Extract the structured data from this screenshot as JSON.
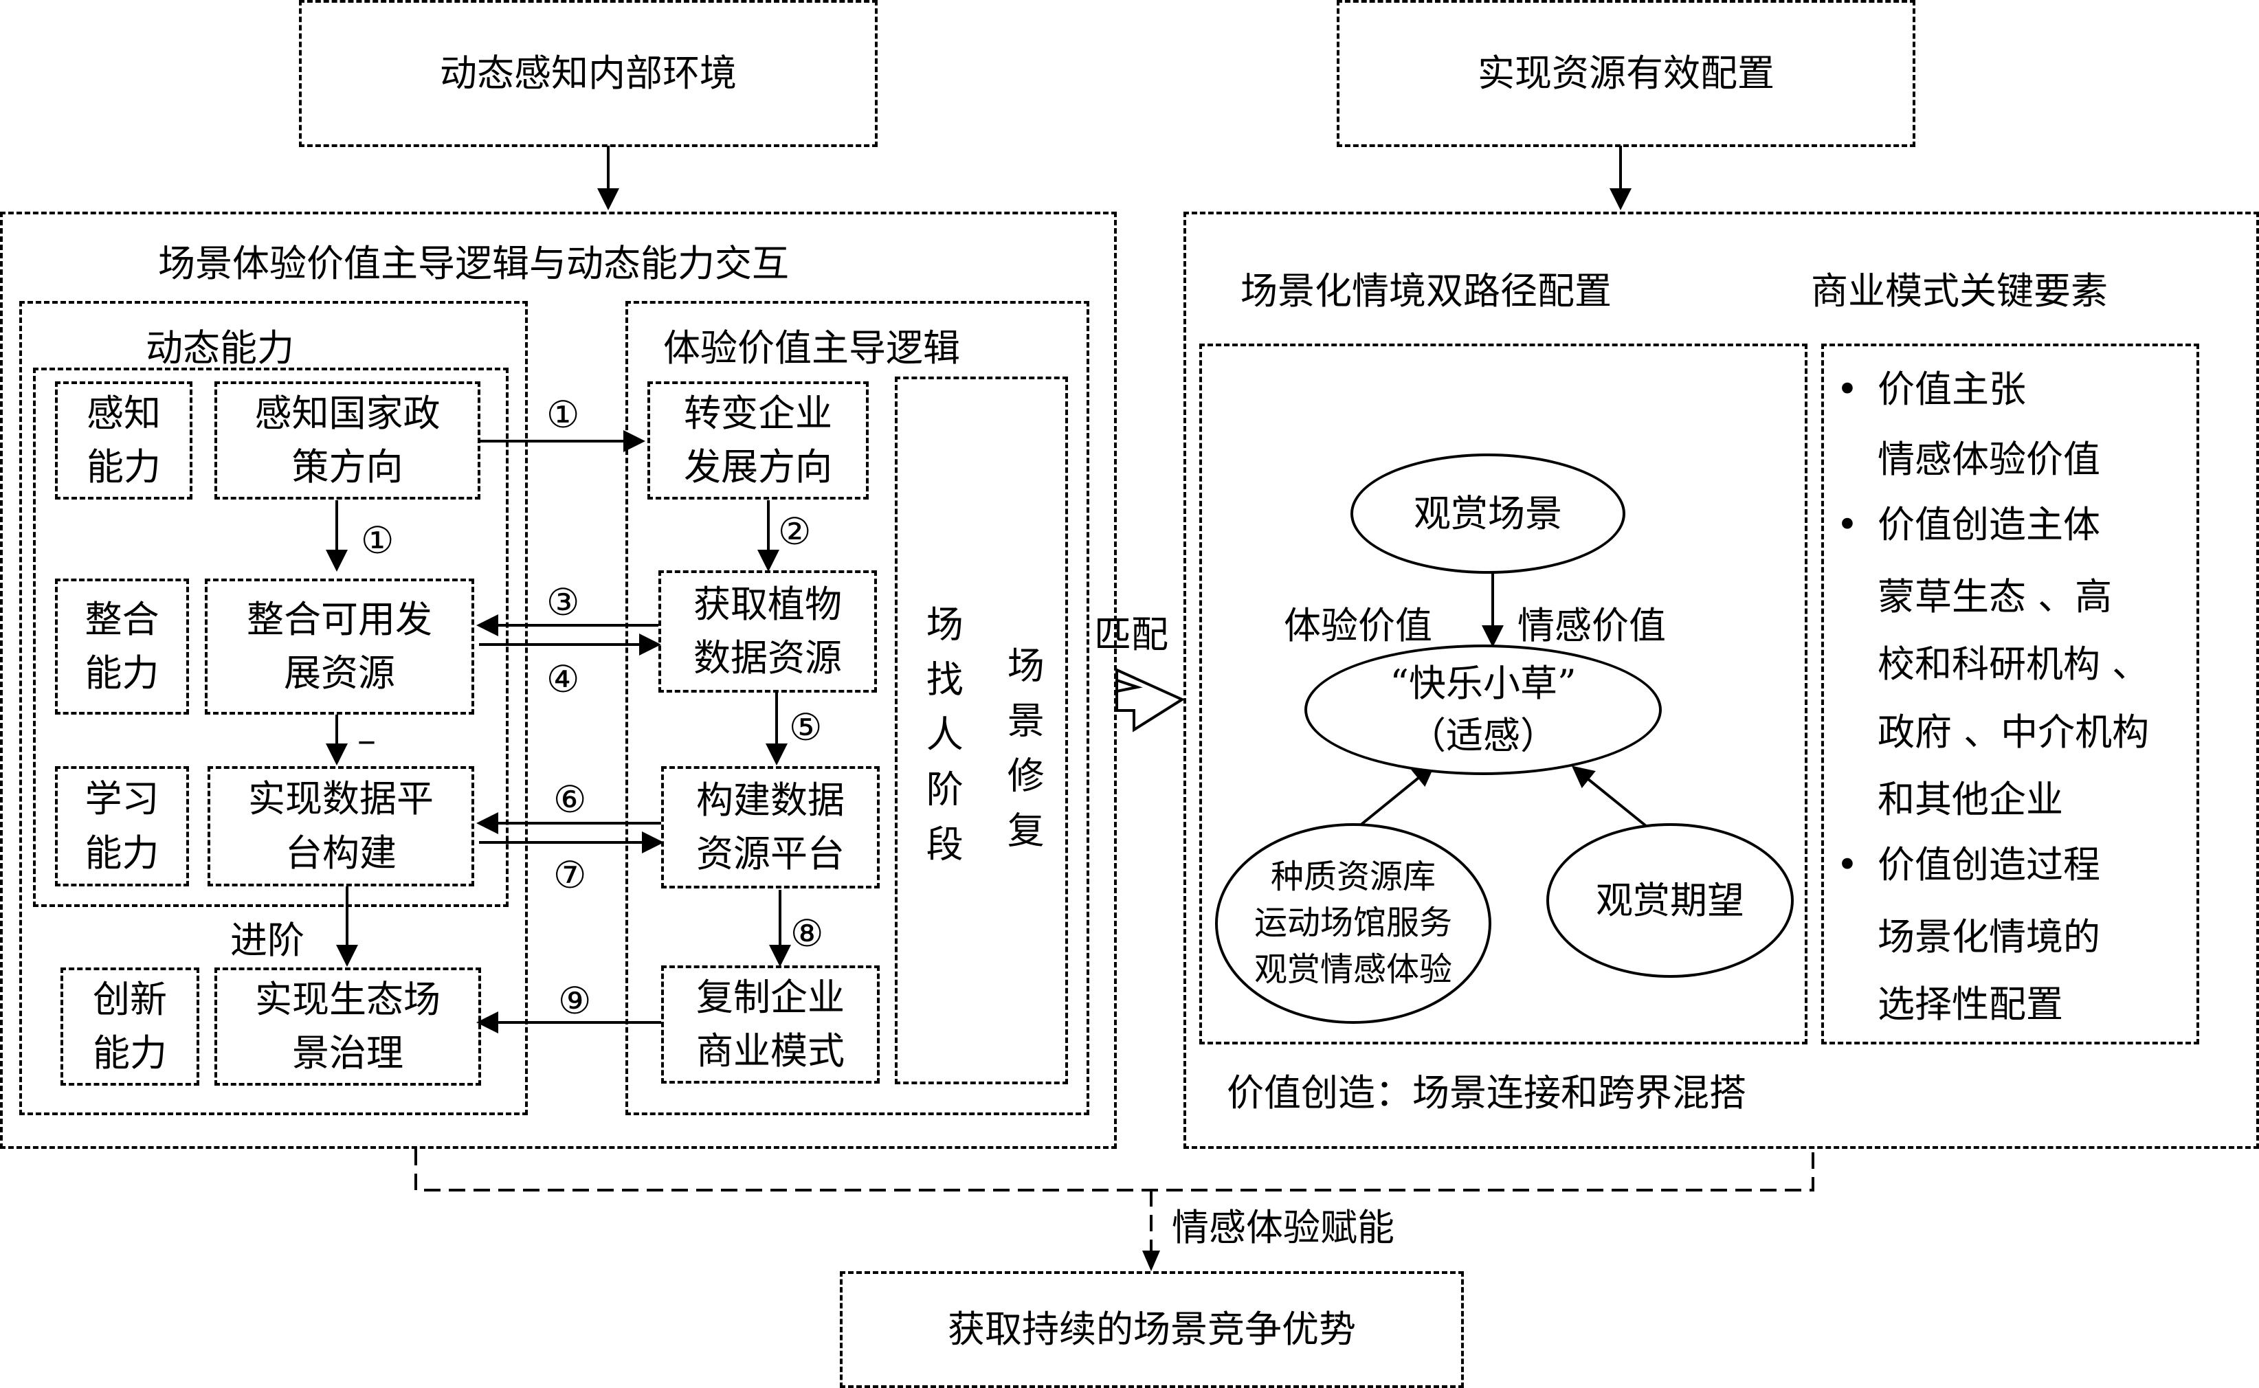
{
  "top_left_box": "动态感知内部环境",
  "top_right_box": "实现资源有效配置",
  "left_panel": {
    "title": "场景体验价值主导逻辑与动态能力交互",
    "dynamic_capability": {
      "title": "动态能力",
      "capabilities": [
        "感知\n能力",
        "整合\n能力",
        "学习\n能力",
        "创新\n能力"
      ],
      "actions": [
        "感知国家政\n策方向",
        "整合可用发\n展资源",
        "实现数据平\n台构建",
        "实现生态场\n景治理"
      ],
      "advance_label": "进阶",
      "dash_label": "–"
    },
    "experience_logic": {
      "title": "体验价值主导逻辑",
      "steps": [
        "转变企业\n发展方向",
        "获取植物\n数据资源",
        "构建数据\n资源平台",
        "复制企业\n商业模式"
      ],
      "stage_left": "场找人阶段",
      "stage_right": "场景修复"
    },
    "arrow_labels": [
      "①",
      "①",
      "②",
      "③",
      "④",
      "⑤",
      "⑥",
      "⑦",
      "⑧",
      "⑨"
    ]
  },
  "match_label": "匹配",
  "right_panel": {
    "left_heading": "场景化情境双路径配置",
    "right_heading": "商业模式关键要素",
    "ellipses": {
      "top": "观赏场景",
      "center": "“快乐小草”\n（适感）",
      "bottom_left": "种质资源库\n运动场馆服务\n观赏情感体验",
      "bottom_right": "观赏期望"
    },
    "value_labels": [
      "体验价值",
      "情感价值"
    ],
    "bullets": [
      {
        "head": "价值主张",
        "body": "情感体验价值"
      },
      {
        "head": "价值创造主体",
        "body": "蒙草生态 、高\n校和科研机构 、\n政府 、中介机构\n和其他企业"
      },
      {
        "head": "价值创造过程",
        "body": "场景化情境的\n选择性配置"
      }
    ],
    "footer": "价值创造：场景连接和跨界混搭"
  },
  "bottom_arrow_label": "情感体验赋能",
  "bottom_box": "获取持续的场景竞争优势"
}
